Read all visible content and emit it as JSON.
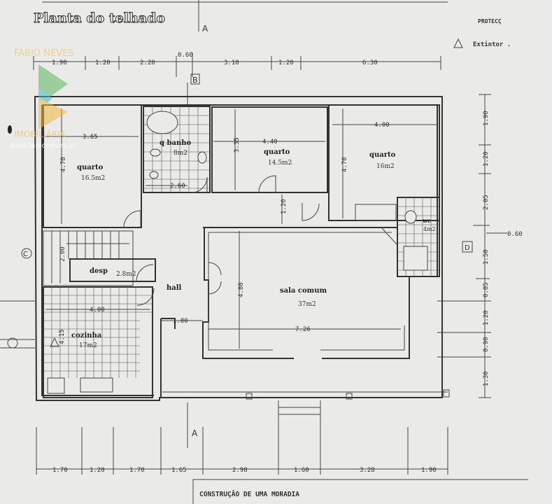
{
  "header": {
    "title": "Planta do telhado",
    "section_top": "A",
    "protec": "PROTECÇ",
    "extintor": "Extintor ."
  },
  "markers": {
    "b": "B",
    "a_bottom": "A",
    "c": "C",
    "d": "D"
  },
  "dims": {
    "top": [
      "1.90",
      "1.20",
      "2.20",
      "0.60",
      "3.10",
      "1.20",
      "6.30"
    ],
    "right": [
      "1.90",
      "1.20",
      "2.05",
      "0.60",
      "1.50",
      "0.85",
      "1.20",
      "0.90",
      "1.30"
    ],
    "bottom": [
      "1.70",
      "1.20",
      "1.70",
      "1.65",
      "2.98",
      "1.60",
      "3.28",
      "1.90"
    ]
  },
  "rooms": [
    {
      "name": "quarto",
      "area": "16.5m2"
    },
    {
      "name": "q banho",
      "area": "8m2"
    },
    {
      "name": "quarto",
      "area": "14.5m2"
    },
    {
      "name": "quarto",
      "area": "16m2"
    },
    {
      "name": "wc",
      "area": "4m2"
    },
    {
      "name": "desp",
      "area": "2.8m2"
    },
    {
      "name": "hall",
      "area": ""
    },
    {
      "name": "sala comum",
      "area": "37m2"
    },
    {
      "name": "cozinha",
      "area": "17m2"
    }
  ],
  "inner_dims": [
    "3.65",
    "4.70",
    "2.60",
    "4.40",
    "3.35",
    "4.70",
    "4.00",
    "1.20",
    "2.00",
    "4.00",
    "4.15",
    "1.80",
    "4.80",
    "7.26"
  ],
  "title_block": {
    "text": "CONSTRUÇÃO DE UMA MORADIA"
  },
  "watermark": {
    "brand": "FABIO NEVES",
    "sub": "IMOBILIÁRIA",
    "url": "www.fabioneves.pt",
    "colors": [
      "#5cb85c",
      "#3bbfd0",
      "#f0b840"
    ]
  }
}
